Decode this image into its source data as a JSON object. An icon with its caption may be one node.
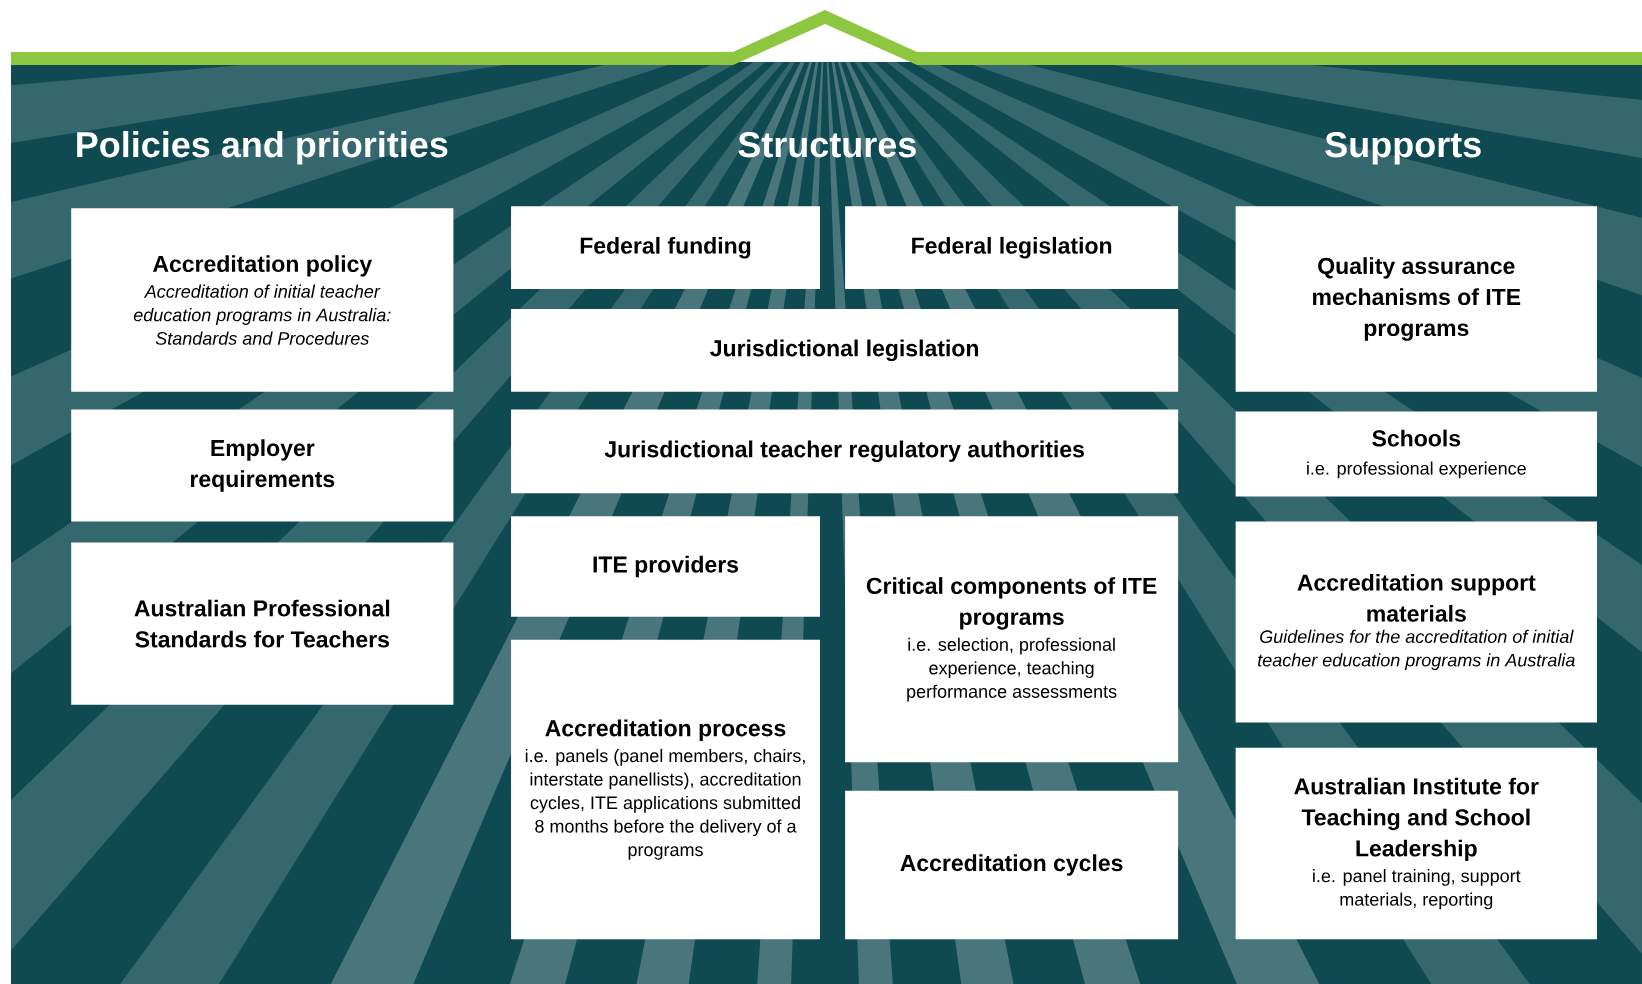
{
  "diagram": {
    "labels": [
      "Policies and priorities",
      "Structures",
      "Supports"
    ],
    "nodes": [
      {
        "text": [
          "Accreditation policy",
          "Accreditation of initial teacher education programs in Australia: Standards and Procedures"
        ]
      },
      {
        "text": [
          "Employer requirements"
        ]
      },
      {
        "text": [
          "Australian Professional Standards for Teachers"
        ]
      },
      {
        "text": [
          "Federal funding"
        ]
      },
      {
        "text": [
          "Federal legislation"
        ]
      },
      {
        "text": [
          "Jurisdictional legislation"
        ]
      },
      {
        "text": [
          "Jurisdictional teacher regulatory authorities"
        ]
      },
      {
        "text": [
          "ITE providers"
        ]
      },
      {
        "text": [
          "Critical components of ITE programs",
          "i.e. selection, professional experience, teaching performance assessments"
        ]
      },
      {
        "text": [
          "Accreditation process",
          "i.e. panels (panel members, chairs, interstate panellists), accreditation cycles, ITE applications submitted 8 months before the delivery of a programs"
        ]
      },
      {
        "text": [
          "Accreditation cycles"
        ]
      },
      {
        "text": [
          "Quality assurance mechanisms of ITE programs"
        ]
      },
      {
        "text": [
          "Schools",
          "i.e. professional experience"
        ]
      },
      {
        "text": [
          "Accreditation support materials",
          "Guidelines for the accreditation of initial teacher education programs in Australia"
        ]
      },
      {
        "text": [
          "Australian Institute for Teaching and School Leadership",
          "i.e. panel training, support materials, reporting"
        ]
      }
    ]
  }
}
